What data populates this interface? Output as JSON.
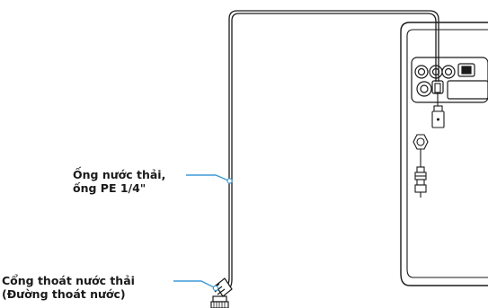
{
  "callouts": {
    "pipe": {
      "line1": "Ống nước thải,",
      "line2": "ống PE 1/4\""
    },
    "outlet": {
      "line1": "Cổng thoát nước thải",
      "line2": "(Đường thoát nước)"
    }
  },
  "colors": {
    "outline": "#1a1a1a",
    "leader": "#3f9ad6",
    "background": "#ffffff"
  }
}
